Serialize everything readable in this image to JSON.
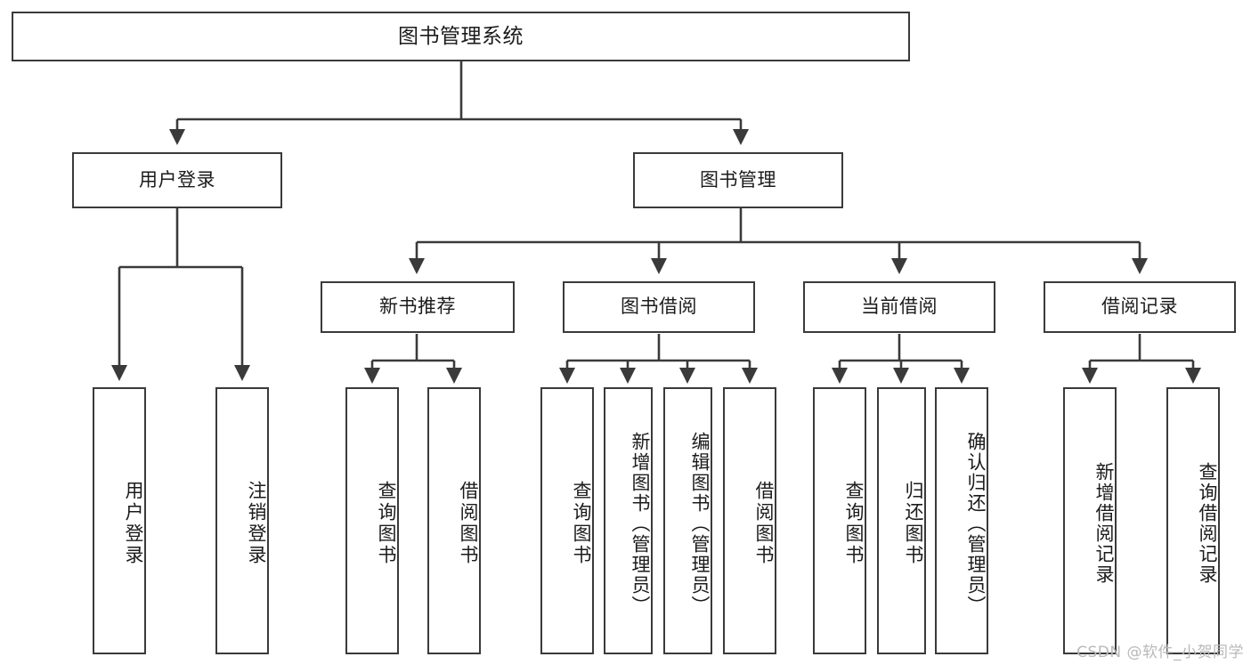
{
  "diagram": {
    "title": "图书管理系统",
    "watermark": "CSDN @软件_小贺同学",
    "colors": {
      "stroke": "#3a3a3a",
      "fill": "#ffffff",
      "text": "#1b1b1b",
      "watermark": "#b9b9b9"
    },
    "root": {
      "label": "图书管理系统"
    },
    "level2": [
      {
        "label": "用户登录"
      },
      {
        "label": "图书管理"
      }
    ],
    "level3": [
      {
        "label": "新书推荐"
      },
      {
        "label": "图书借阅"
      },
      {
        "label": "当前借阅"
      },
      {
        "label": "借阅记录"
      }
    ],
    "leaves": {
      "user_login": [
        {
          "label": "用户登录"
        },
        {
          "label": "注销登录"
        }
      ],
      "new_book": [
        {
          "label": "查询图书"
        },
        {
          "label": "借阅图书"
        }
      ],
      "borrow_book": [
        {
          "label": "查询图书"
        },
        {
          "label": "新增图书（管理员）"
        },
        {
          "label": "编辑图书（管理员）"
        },
        {
          "label": "借阅图书"
        }
      ],
      "current_borrow": [
        {
          "label": "查询图书"
        },
        {
          "label": "归还图书"
        },
        {
          "label": "确认归还（管理员）"
        }
      ],
      "borrow_record": [
        {
          "label": "新增借阅记录"
        },
        {
          "label": "查询借阅记录"
        }
      ]
    }
  }
}
